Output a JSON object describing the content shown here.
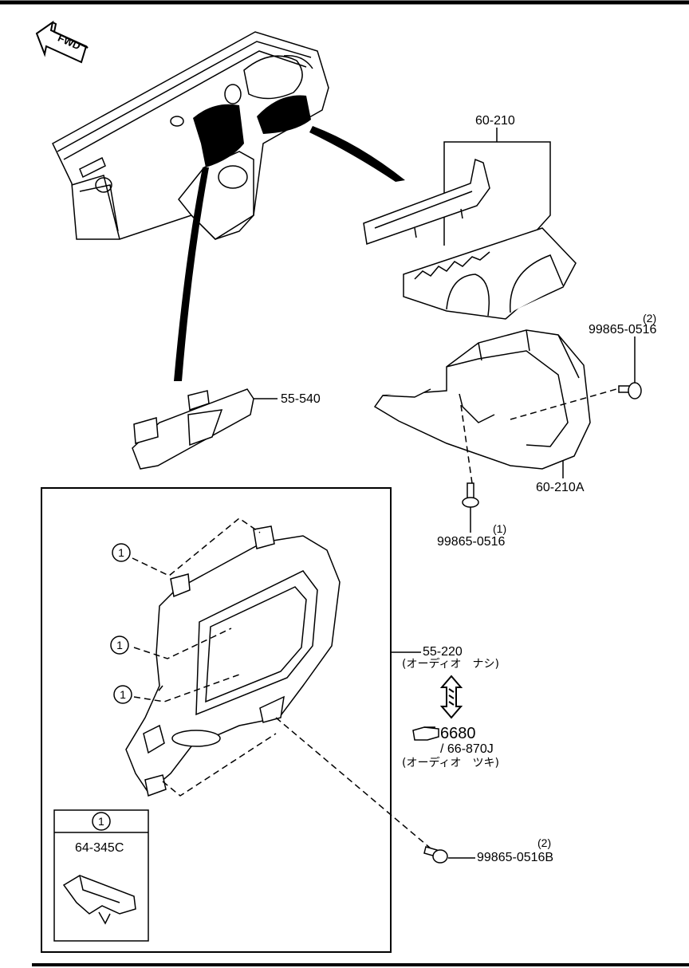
{
  "diagram": {
    "fwd_label": "FWD",
    "parts": {
      "p60_210": "60-210",
      "p60_210A": "60-210A",
      "p55_540": "55-540",
      "p55_220": "55-220",
      "p55_220_note": "(オーディオ　ナシ)",
      "screw_top": {
        "qty": "(2)",
        "num": "99865-0516"
      },
      "screw_mid": {
        "qty": "(1)",
        "num": "99865-0516"
      },
      "screw_bottom": {
        "qty": "(2)",
        "num": "99865-0516B"
      },
      "ref_page": "6680",
      "ref_sub": "/ 66-870J",
      "ref_note": "(オーディオ　ツキ)",
      "clip_mark": "1",
      "clip_part": "64-345C"
    }
  }
}
